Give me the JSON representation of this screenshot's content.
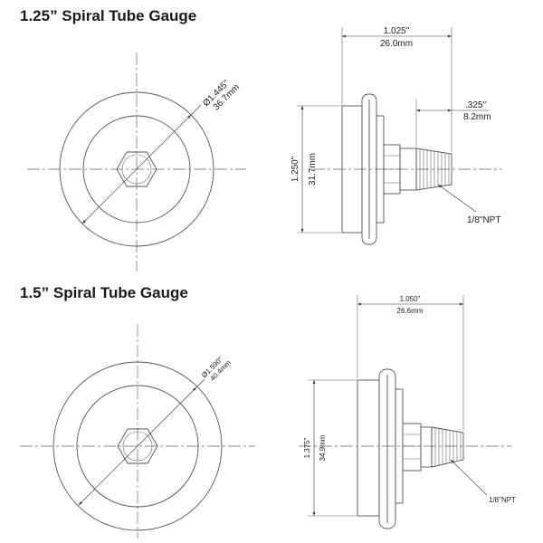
{
  "gauges": [
    {
      "title": "1.25” Spiral Tube Gauge",
      "diameter": {
        "in": "Ø1.445\"",
        "mm": "36.7mm"
      },
      "depth": {
        "in": "1.025\"",
        "mm": "26.0mm"
      },
      "height": {
        "in": "1.250\"",
        "mm": "31.7mm"
      },
      "stem": {
        "in": ".325\"",
        "mm": "8.2mm"
      },
      "thread": "1/8\"NPT"
    },
    {
      "title": "1.5” Spiral Tube Gauge",
      "diameter": {
        "in": "Ø1.590\"",
        "mm": "40.4mm"
      },
      "depth": {
        "in": "1.050\"",
        "mm": "26.6mm"
      },
      "height": {
        "in": "1.375\"",
        "mm": "34.9mm"
      },
      "thread": "1/8\"NPT"
    }
  ]
}
